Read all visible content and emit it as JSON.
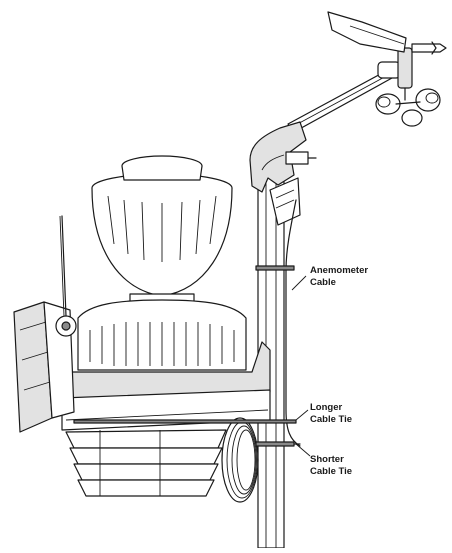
{
  "callouts": {
    "anemometer_cable": [
      "Anemometer",
      "Cable"
    ],
    "longer_cable_tie": [
      "Longer",
      "Cable Tie"
    ],
    "shorter_cable_tie": [
      "Shorter",
      "Cable Tie"
    ]
  }
}
